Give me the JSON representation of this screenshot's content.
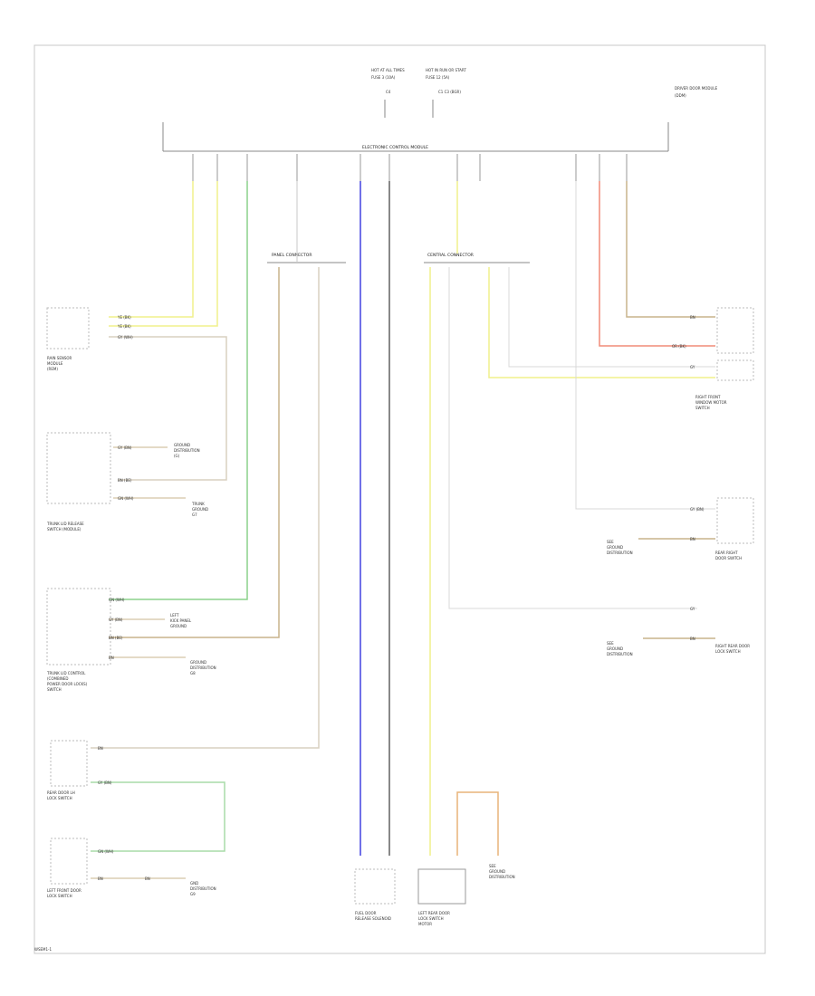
{
  "title": "",
  "page_label": "WSEM1-1",
  "fuses": {
    "left": [
      "HOT AT ALL TIMES",
      "FUSE 3 (10A)",
      "C4"
    ],
    "right": [
      "HOT IN RUN OR START",
      "FUSE 12 (5A)",
      "C1 C3 (BGR)"
    ]
  },
  "top_right_label": [
    "DRIVER DOOR MODULE",
    "(DDM)"
  ],
  "cem_label": "ELECTRONIC CONTROL MODULE",
  "connectors": {
    "left": "PANEL CONNECTOR",
    "right": "CENTRAL CONNECTOR"
  },
  "wire_codes": {
    "yellow_1": "YE (BK)",
    "yellow_2": "YE (BK)",
    "gray_1": "GY (BN)",
    "brown_1": "BN",
    "brown_2": "BN (BE)",
    "green_1": "GN (WH)",
    "gray_2": "GY (WH)",
    "gray_3": "GY",
    "brown_3": "BN (BE)",
    "yellow_3": "YE (BK)",
    "orange_1": "OR (BK)"
  },
  "components": {
    "comp_top_left": [
      "RAIN SENSOR",
      "MODULE",
      "(REM)"
    ],
    "trunk_lid": [
      "TRUNK LID RELEASE",
      "SWITCH (MODULE)"
    ],
    "trunk_control": [
      "TRUNK LID CONTROL",
      "(COMBINED",
      "POWER DOOR LOCKS)",
      "SWITCH"
    ],
    "rear_door_lh": [
      "REAR DOOR LH",
      "LOCK SWITCH"
    ],
    "lh_front_door": [
      "LEFT FRONT DOOR",
      "LOCK SWITCH"
    ],
    "fuel_door": [
      "FUEL DOOR",
      "RELEASE SOLENOID"
    ],
    "rf_window": [
      "RIGHT FRONT",
      "WINDOW MOTOR",
      "SWITCH"
    ],
    "rear_right_door": [
      "REAR RIGHT",
      "DOOR SWITCH"
    ],
    "left_rear_door": [
      "LEFT REAR DOOR",
      "LOCK SWITCH",
      "MOTOR"
    ],
    "right_rear_door_lock": [
      "RIGHT REAR DOOR",
      "LOCK SWITCH"
    ]
  },
  "ground_labels": {
    "g1": [
      "GROUND",
      "DISTRIBUTION",
      "(G)"
    ],
    "g2": [
      "TRUNK",
      "GROUND",
      "G7"
    ],
    "g3": [
      "LEFT",
      "KICK PANEL",
      "GROUND"
    ],
    "g4": [
      "GROUND",
      "DISTRIBUTION",
      "G8"
    ],
    "g5": [
      "GND",
      "DISTRIBUTION",
      "G9"
    ],
    "g6": [
      "SEE",
      "GROUND",
      "DISTRIBUTION"
    ],
    "g7": [
      "SEE",
      "GROUND",
      "DISTRIBUTION"
    ]
  },
  "small_labels": {
    "s1": "YE (BK)",
    "s2": "YE (BK)",
    "s3": "GY (WH)",
    "s4": "GY (BN)",
    "s5": "BN (BE)",
    "s6": "GN (WH)",
    "s7": "GN (WH)",
    "s8": "GY (BN)",
    "s9": "BN (BE)",
    "s10": "BN",
    "s11": "BN",
    "s12": "GY (BN)",
    "s13": "GN (WH)",
    "s14": "BN",
    "s15": "BN",
    "s16": "BN",
    "s17": "OR (BK)",
    "s18": "GY",
    "s19": "GY (BN)",
    "s20": "BN",
    "s21": "GY",
    "s22": "BN"
  },
  "colors": {
    "frame": "#c8c8c8",
    "yellow": "#f0f08c",
    "green": "#8cd28c",
    "blue": "#7070e8",
    "dark": "#606060",
    "tan": "#c8b48c",
    "orange": "#f08c78",
    "gray": "#c8c8c8",
    "brown": "#b4966e"
  }
}
